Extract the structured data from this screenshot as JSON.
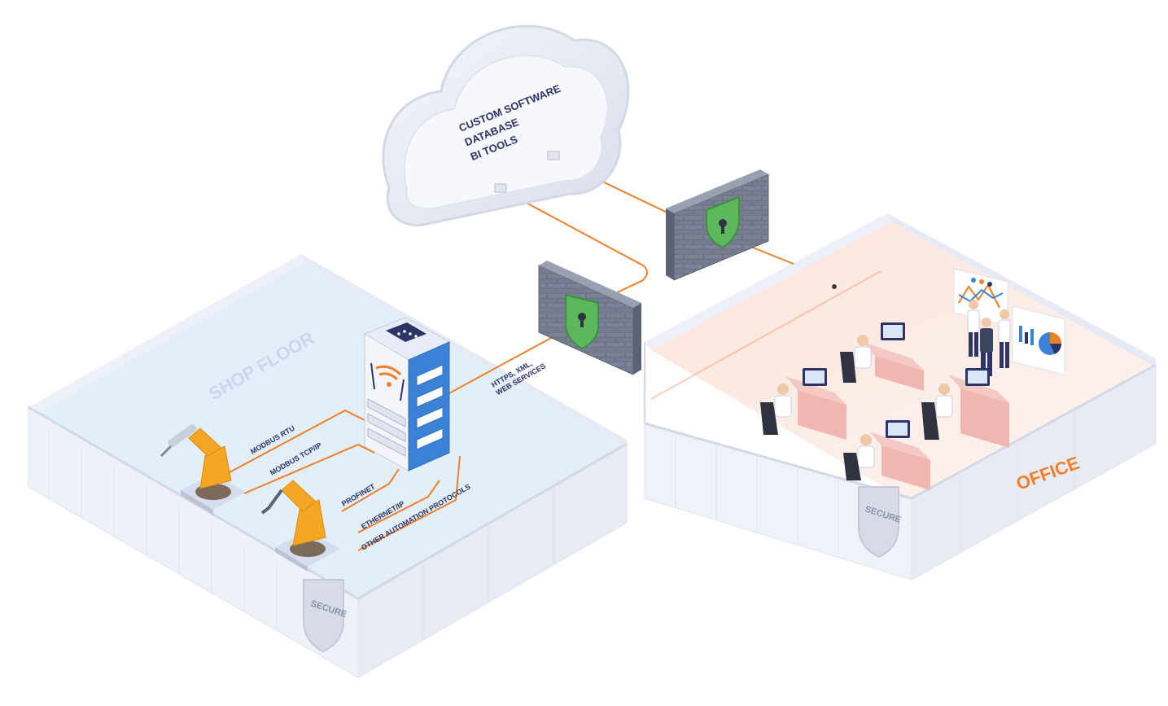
{
  "cloud": {
    "lines": [
      "CUSTOM SOFTWARE",
      "DATABASE",
      "BI TOOLS"
    ]
  },
  "shop_floor": {
    "title": "SHOP FLOOR",
    "protocols": [
      "MODBUS RTU",
      "MODBUS TCP/IP",
      "PROFINET",
      "ETHERNET/IP",
      "OTHER AUTOMATION PROTOCOLS"
    ],
    "badge": "SECURE"
  },
  "link": {
    "lines": [
      "HTTPS, XML,",
      "WEB SERVICES"
    ]
  },
  "office": {
    "title": "OFFICE",
    "badge": "SECURE"
  },
  "colors": {
    "accent": "#f07f2a",
    "navy": "#2c3566",
    "server": "#3b82d6",
    "shield": "#5cb85c"
  }
}
